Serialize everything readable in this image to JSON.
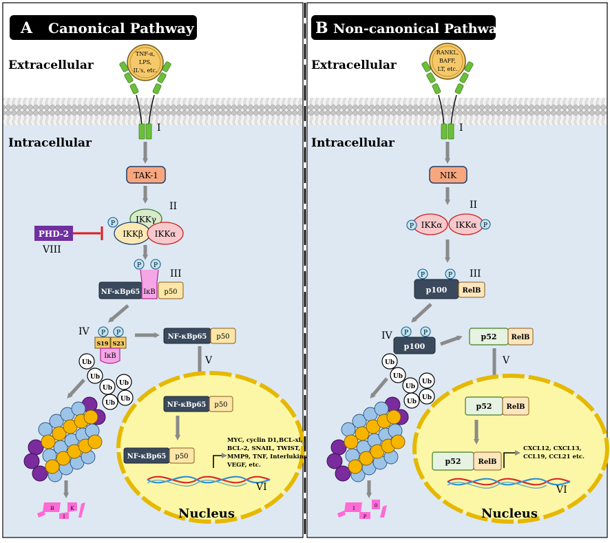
{
  "panel_a": {
    "letter": "A",
    "title": "Canonical Pathway",
    "extracellular": "Extracellular",
    "intracellular": "Intracellular",
    "ligand": [
      "TNF-α,",
      "LPS,",
      "IL's, etc."
    ],
    "steps": {
      "s1": "I",
      "s2": "II",
      "s3": "III",
      "s4": "IV",
      "s5": "V",
      "s6": "VI",
      "s8": "VIII"
    },
    "tak1": "TAK-1",
    "ikk_gamma": "IKKγ",
    "ikk_beta": "IKKβ",
    "ikk_alpha": "IKKα",
    "phd2": "PHD-2",
    "p_mark": "P",
    "nfkb": "NF-κBp65",
    "ikb": "IκB",
    "p50": "p50",
    "s19": "S19",
    "s23": "S23",
    "ub": "Ub",
    "fragments": [
      "B",
      "K",
      "I"
    ],
    "nucleus": "Nucleus",
    "genes": [
      "MYC, cyclin D1,BCL-xl,",
      "BCL-2, SNAIL, TWIST,",
      "MMP9, TNF, Interlukins,",
      "VEGF, etc."
    ]
  },
  "panel_b": {
    "letter": "B",
    "title": "Non-canonical Pathway",
    "extracellular": "Extracellular",
    "intracellular": "Intracellular",
    "ligand": [
      "RANKL,",
      "BAFF,",
      "LT, etc."
    ],
    "steps": {
      "s1": "I",
      "s2": "II",
      "s3": "III",
      "s4": "IV",
      "s5": "V",
      "s6": "VI"
    },
    "nik": "NIK",
    "ikk_alpha": "IKKα",
    "p_mark": "P",
    "p100": "p100",
    "relb": "RelB",
    "p52": "p52",
    "ub": "Ub",
    "fragments": [
      "I",
      "P",
      "0"
    ],
    "nucleus": "Nucleus",
    "genes": [
      "CXCL12, CXCL13,",
      "CCL19, CCL21 etc."
    ]
  },
  "colors": {
    "membrane_head": "#c8cbc8",
    "cytoplasm": "#dde8f3",
    "tak1": "#f7a67e",
    "ikk_gamma": "#d8ebcb",
    "ikk_beta": "#fbe9b5",
    "ikk_alpha": "#f7c9cd",
    "phd2": "#7030a0",
    "nfkb": "#3a4a5c",
    "p50": "#fde7a8",
    "ikb": "#f5a6e6",
    "p52": "#e7f3e2",
    "relb": "#fbe6bd",
    "nucleus": "#fbf7a6",
    "nucleus_border": "#e6b800",
    "proteasome_purple": "#7a2b9e",
    "proteasome_yellow": "#f7b500",
    "proteasome_blue": "#9cc3e8",
    "fragments": "#ff6ad5",
    "inhibit": "#e01b1b"
  }
}
